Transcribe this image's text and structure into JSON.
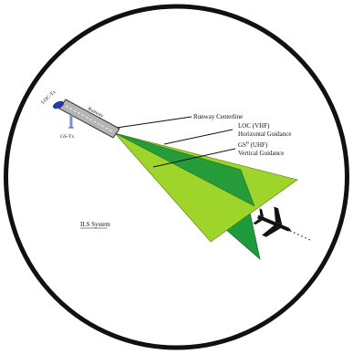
{
  "labels": {
    "loc_tx": "LOC-Tx",
    "runway": "Runway",
    "gs_tx": "GS-Tx",
    "runway_centerline": "Runway Centerline",
    "loc_line1": "LOC (VHF)",
    "loc_line2": "Horizontal Guidance",
    "gs_prefix": "GS",
    "gs_suffix": " (UHF)",
    "gs_line2": "Vertical Guidance",
    "title": "ILS System"
  },
  "colors": {
    "background": "#ffffff",
    "frame": "#111111",
    "localizer_beam": "#1f9a3a",
    "glideslope_beam": "#9fd52a",
    "runway_fill": "#b5b5b5",
    "loc_antenna": "#1f3fae",
    "gs_antenna": "#7f90d0",
    "aircraft": "#111111"
  },
  "icons": {
    "aircraft": "airplane-icon",
    "loc_antenna": "loc-transmitter-icon",
    "gs_antenna": "gs-transmitter-icon"
  }
}
